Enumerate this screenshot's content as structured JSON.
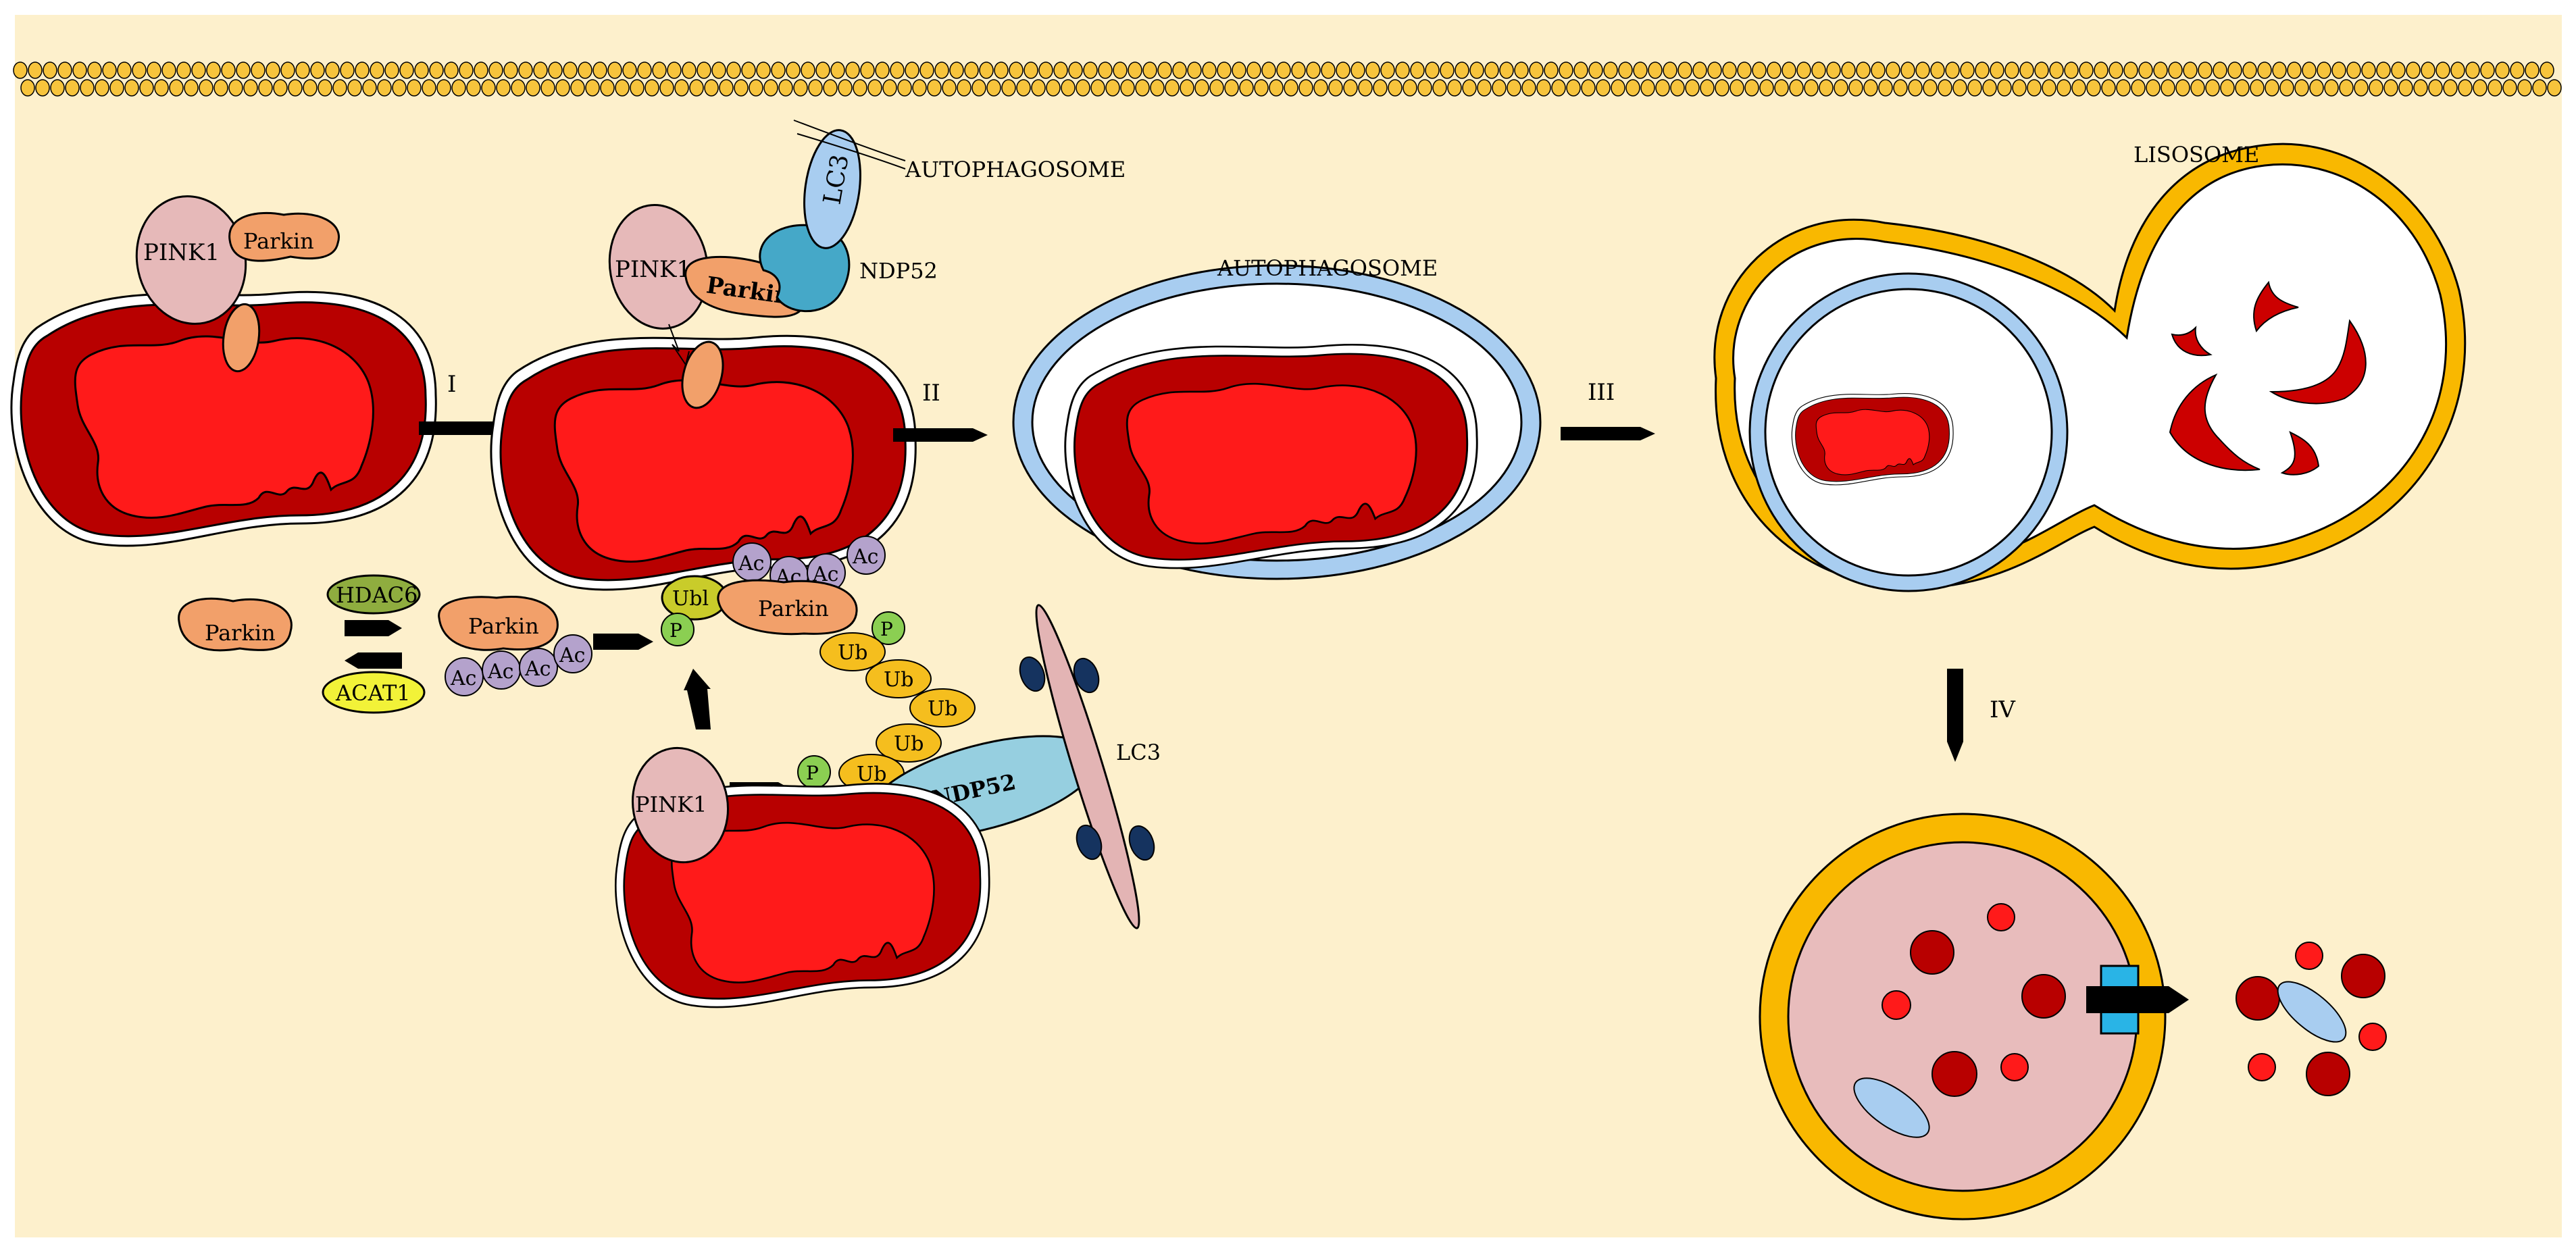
{
  "labels": {
    "pink1_top_left": "PINK1",
    "parkin_top_left": "Parkin",
    "pink1_top_mid": "PINK1",
    "parkin_top_mid": "Parkin",
    "lc3_top": "LC3",
    "ndp52_top": "NDP52",
    "autophagosome_top": "AUTOPHAGOSOME",
    "autophagosome_center": "AUTOPHAGOSOME",
    "lisosome": "LISOSOME",
    "step_i": "I",
    "step_ii": "II",
    "step_iii": "III",
    "step_iv": "IV",
    "parkin_left": "Parkin",
    "hdac6": "HDAC6",
    "acat1": "ACAT1",
    "parkin_acetylated": "Parkin",
    "ac": "Ac",
    "ubl": "Ubl",
    "parkin_ubl": "Parkin",
    "p": "P",
    "ub": "Ub",
    "pink1_bottom": "PINK1",
    "ndp52_bottom": "NDP52",
    "lc3_bottom": "LC3"
  },
  "colors": {
    "background": "#fdf0cc",
    "membrane": "#f7c43c",
    "mito_outer": "#b80000",
    "mito_inner": "#ff1a1a",
    "pink1": "#e6b9b9",
    "parkin": "#f2a06a",
    "autophagosome_ring": "#a8cdf0",
    "lysosome": "#f9b800",
    "ndp52_top": "#45a8c8",
    "ndp52_bottom": "#96cfe0",
    "lc3": "#a8cdf0",
    "ac": "#b4a2cc",
    "ub": "#f5be1e",
    "p": "#8bcf52",
    "ubl": "#c9cc2a",
    "hdac6": "#8fad3f",
    "acat1": "#f2f238",
    "lc3_rod": "#e3b4b4",
    "lc3_dots": "#15335f",
    "digestion_body": "#e8bcbc",
    "transporter": "#29b4e6"
  }
}
